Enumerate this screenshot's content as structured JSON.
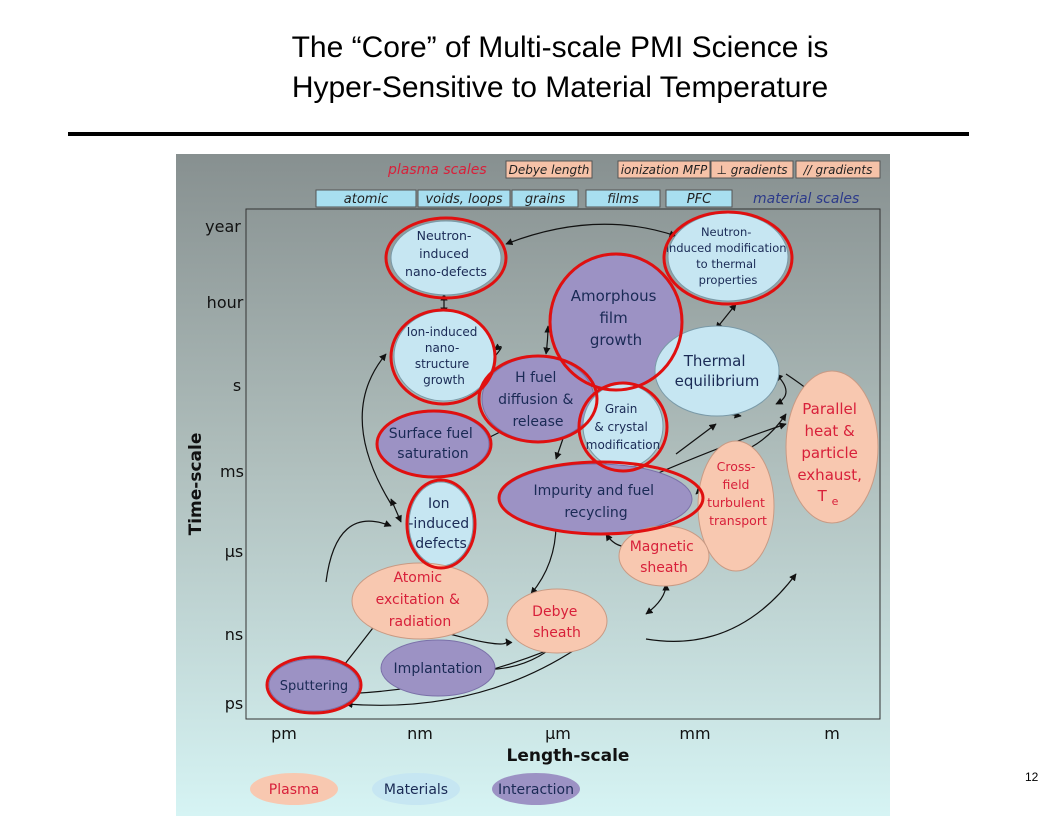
{
  "slide": {
    "title_line1": "The “Core” of Multi-scale PMI Science is",
    "title_line2": "Hyper-Sensitive to Material Temperature",
    "page_number": "12"
  },
  "plasma_scales": {
    "label": "plasma scales",
    "items": [
      "Debye length",
      "ionization MFP",
      "⊥ gradients",
      "// gradients"
    ]
  },
  "material_scales": {
    "label": "material scales",
    "items": [
      "atomic",
      "voids, loops",
      "grains",
      "films",
      "PFC"
    ]
  },
  "axes": {
    "y_label": "Time-scale",
    "y_ticks": [
      "year",
      "hour",
      "s",
      "ms",
      "μs",
      "ns",
      "ps"
    ],
    "x_label": "Length-scale",
    "x_ticks": [
      "pm",
      "nm",
      "μm",
      "mm",
      "m"
    ]
  },
  "nodes": {
    "neutron_nano": [
      "Neutron-",
      "induced",
      "nano-defects"
    ],
    "neutron_thermal": [
      "Neutron-",
      "induced modification",
      "to thermal",
      "properties"
    ],
    "amorphous": [
      "Amorphous",
      "film",
      "growth"
    ],
    "ion_nano": [
      "Ion-induced",
      "nano-",
      "structure",
      "growth"
    ],
    "h_fuel": [
      "H fuel",
      "diffusion &",
      "release"
    ],
    "thermal_eq": [
      "Thermal",
      "equilibrium"
    ],
    "parallel_heat": [
      "Parallel",
      "heat &",
      "particle",
      "exhaust,",
      "T"
    ],
    "parallel_heat_sub": "e",
    "surface_fuel": [
      "Surface fuel",
      "saturation"
    ],
    "grain": [
      "Grain",
      "& crystal",
      "modification"
    ],
    "cross_field": [
      "Cross-",
      "field",
      "turbulent",
      "transport"
    ],
    "impurity": [
      "Impurity and fuel",
      "recycling"
    ],
    "ion_defects": [
      "Ion",
      "-induced",
      "defects"
    ],
    "magnetic": [
      "Magnetic",
      "sheath"
    ],
    "atomic": [
      "Atomic",
      "excitation &",
      "radiation"
    ],
    "debye": [
      "Debye",
      "sheath"
    ],
    "implantation": [
      "Implantation"
    ],
    "sputtering": [
      "Sputtering"
    ]
  },
  "legend": [
    "Plasma",
    "Materials",
    "Interaction"
  ],
  "colors": {
    "plasma": "#f8c8b0",
    "materials": "#c6e6f2",
    "interaction": "#9c92c4",
    "highlight": "#e01010",
    "plasma_label": "#d8203a",
    "material_label": "#2c3a8a",
    "plasma_box": "#f6c2a8",
    "material_box": "#a8dff0"
  }
}
